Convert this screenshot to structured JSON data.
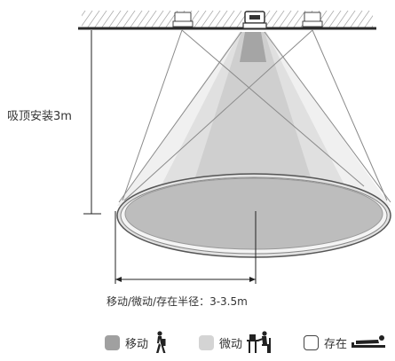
{
  "labels": {
    "mount_height": "吸顶安装3m",
    "radius": "移动/微动/存在半径：3-3.5m"
  },
  "legend": [
    {
      "label": "移动",
      "color": "#a0a0a0",
      "icon": "walking-person-icon"
    },
    {
      "label": "微动",
      "color": "#d4d4d4",
      "icon": "seated-person-at-desk-icon"
    },
    {
      "label": "存在",
      "color": "#ffffff",
      "icon": "lying-person-icon"
    }
  ],
  "colors": {
    "move": "#a0a0a0",
    "micro": "#d4d4d4",
    "presence": "#ffffff",
    "line": "#333333"
  }
}
